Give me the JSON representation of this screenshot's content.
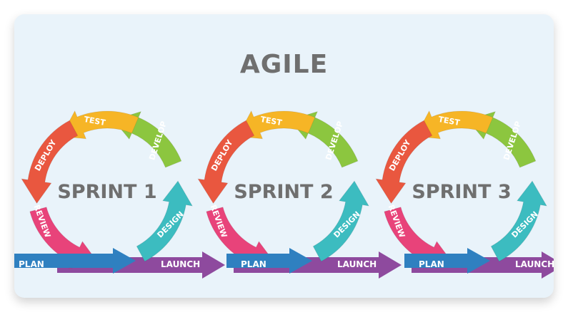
{
  "title": "AGILE",
  "stages": {
    "test": "TEST",
    "deploy": "DEPLOY",
    "develop": "DEVELOP",
    "review": "REVIEW",
    "design": "DESIGN",
    "plan": "PLAN",
    "launch": "LAUNCH"
  },
  "sprints": [
    "SPRINT 1",
    "SPRINT 2",
    "SPRINT 3"
  ],
  "colors": {
    "test": "#f6b526",
    "deploy": "#e9573f",
    "develop": "#8cc63f",
    "review": "#e8437a",
    "design": "#3cbcc0",
    "plan": "#2f80c0",
    "launch": "#8e4a9e",
    "text": "#6f6f6f"
  }
}
